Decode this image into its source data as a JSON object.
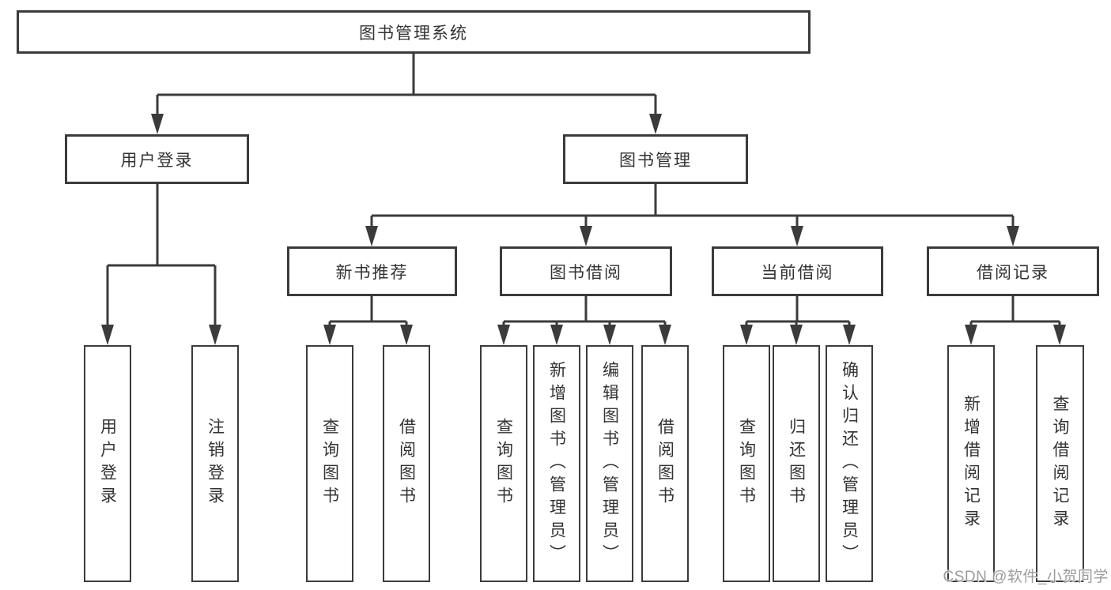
{
  "diagram": {
    "root": {
      "label": "图书管理系统"
    },
    "level2": [
      {
        "label": "用户登录"
      },
      {
        "label": "图书管理"
      }
    ],
    "level3": [
      {
        "label": "新书推荐"
      },
      {
        "label": "图书借阅"
      },
      {
        "label": "当前借阅"
      },
      {
        "label": "借阅记录"
      }
    ],
    "leaves": [
      {
        "label": "用户登录"
      },
      {
        "label": "注销登录"
      },
      {
        "label": "查询图书"
      },
      {
        "label": "借阅图书"
      },
      {
        "label": "查询图书"
      },
      {
        "label": "新增图书（管理员）"
      },
      {
        "label": "编辑图书（管理员）"
      },
      {
        "label": "借阅图书"
      },
      {
        "label": "查询图书"
      },
      {
        "label": "归还图书"
      },
      {
        "label": "确认归还（管理员）"
      },
      {
        "label": "新增借阅记录"
      },
      {
        "label": "查询借阅记录"
      }
    ]
  },
  "watermark": {
    "text": "CSDN @软件_小贺同学"
  },
  "colors": {
    "line": "#3b3b3b",
    "text": "#333333",
    "background": "#ffffff",
    "watermark": "#9c9c9c"
  }
}
